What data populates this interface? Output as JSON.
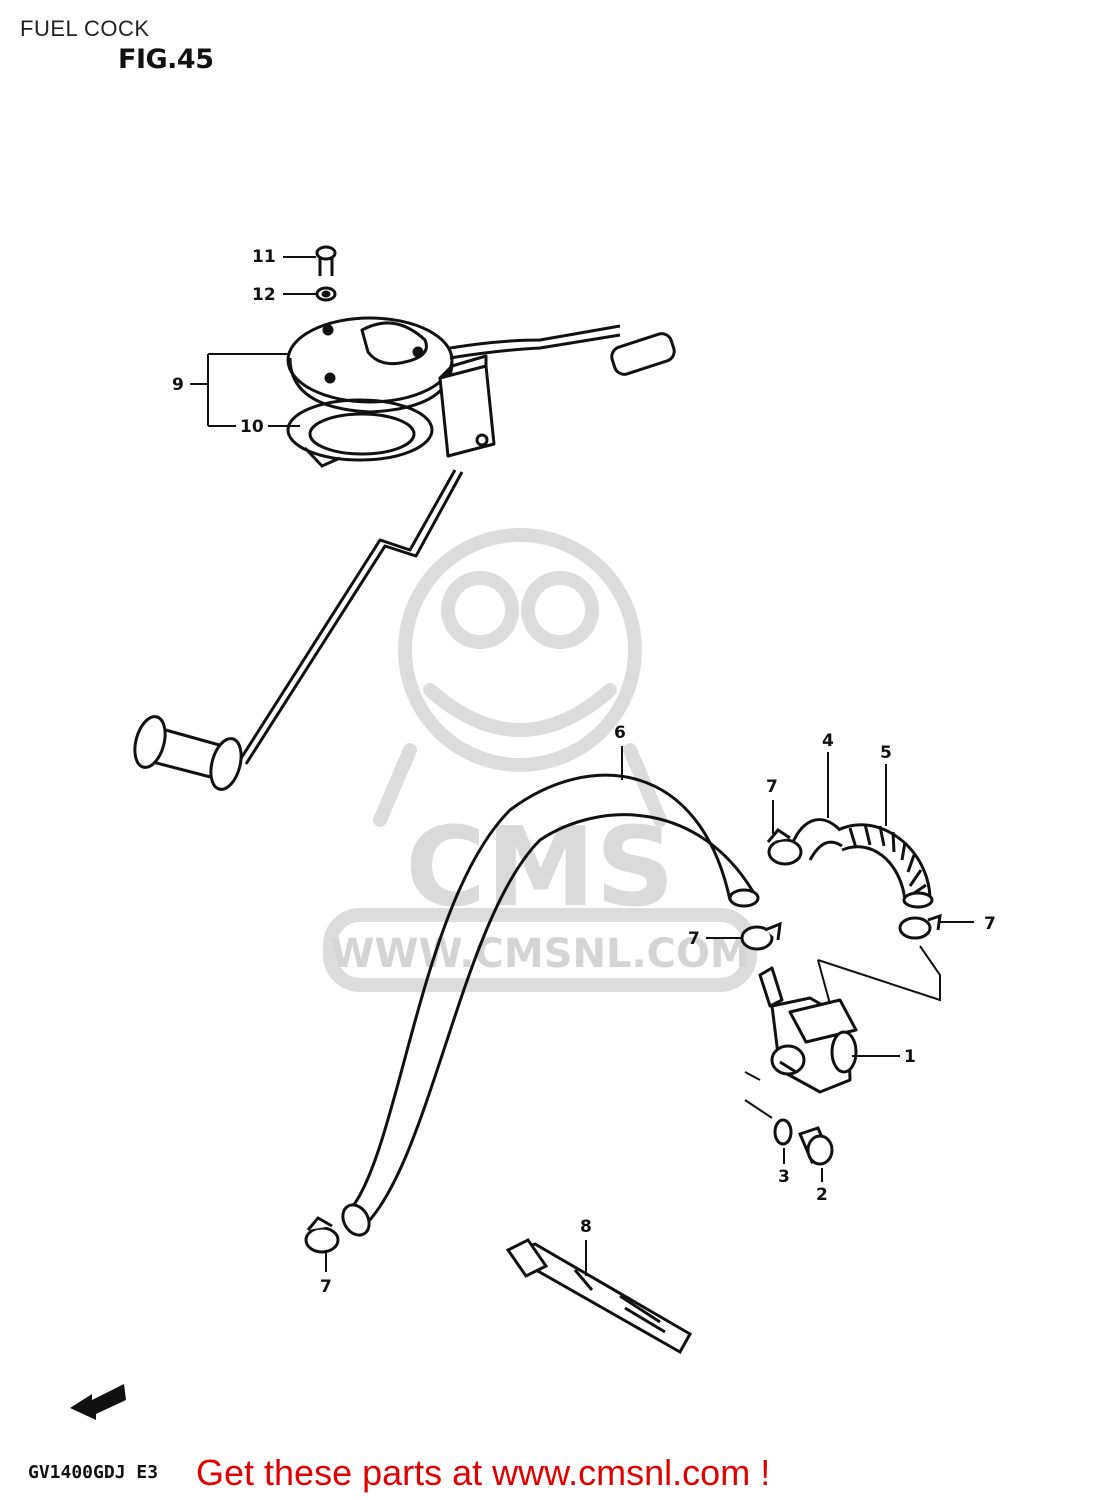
{
  "header": {
    "title": "FUEL COCK",
    "figure": "FIG.45"
  },
  "watermark": {
    "logo_text": "CMS",
    "url_text": "WWW.CMSNL.COM",
    "color": "#d9d9d9"
  },
  "parts": [
    {
      "ref": "1"
    },
    {
      "ref": "2"
    },
    {
      "ref": "3"
    },
    {
      "ref": "4"
    },
    {
      "ref": "5"
    },
    {
      "ref": "6"
    },
    {
      "ref": "7"
    },
    {
      "ref": "7"
    },
    {
      "ref": "7"
    },
    {
      "ref": "7"
    },
    {
      "ref": "8"
    },
    {
      "ref": "9"
    },
    {
      "ref": "10"
    },
    {
      "ref": "11"
    },
    {
      "ref": "12"
    }
  ],
  "footer": {
    "model_code": "GV1400GDJ E3",
    "link_text": "Get these parts at www.cmsnl.com !",
    "link_color": "#e00000"
  }
}
